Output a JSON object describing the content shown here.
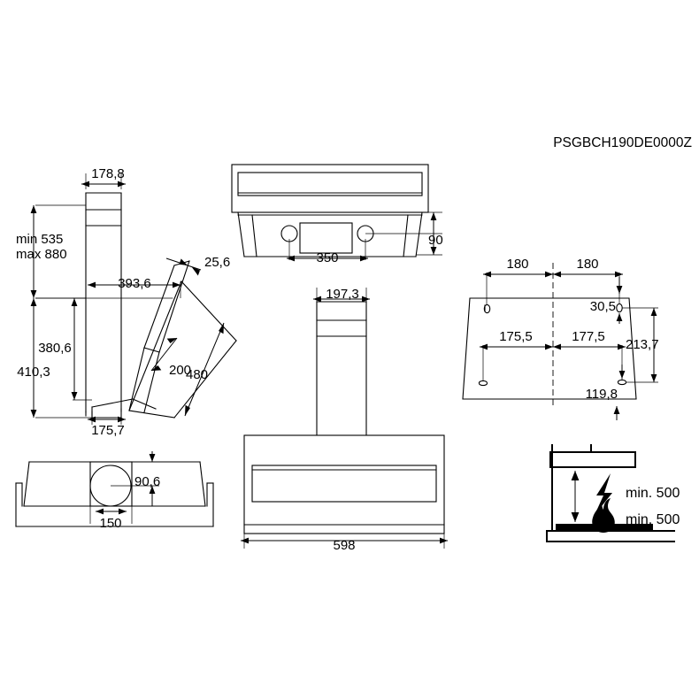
{
  "document": {
    "drawing_code": "PSGBCH190DE0000Z",
    "product": "cooker-hood-installation-drawing",
    "units": "mm"
  },
  "views": {
    "side_view": {
      "name": "side-section-view",
      "dimensions": {
        "chimney_depth": "178,8",
        "height_min": "min 535",
        "height_max": "max 880",
        "body_depth_total": "393,6",
        "body_height_upper": "380,6",
        "body_height_total": "410,3",
        "base_depth": "175,7",
        "glass_thickness": "25,6",
        "panel_width": "200",
        "front_face_length": "480"
      }
    },
    "top_view": {
      "name": "top-plan-view",
      "dimensions": {
        "mount_spacing": "350",
        "mount_offset": "90"
      }
    },
    "duct_view": {
      "name": "duct-outlet-view",
      "dimensions": {
        "outlet_width": "150",
        "outlet_offset": "90,6"
      }
    },
    "front_view": {
      "name": "front-elevation-view",
      "dimensions": {
        "chimney_width": "197,3",
        "body_width": "598"
      }
    },
    "template_view": {
      "name": "wall-mounting-template",
      "dimensions": {
        "top_left": "180",
        "top_right": "180",
        "bottom_left": "175,5",
        "bottom_right": "177,5",
        "top_hole_drop": "30,5",
        "bottom_hole_rise": "119,8",
        "hole_vertical_spacing": "213,7"
      }
    },
    "clearance_view": {
      "name": "minimum-clearance-diagram",
      "electric": {
        "icon": "lightning-bolt-icon",
        "label": "min. 500"
      },
      "gas": {
        "icon": "flame-icon",
        "label": "min. 500"
      }
    }
  }
}
